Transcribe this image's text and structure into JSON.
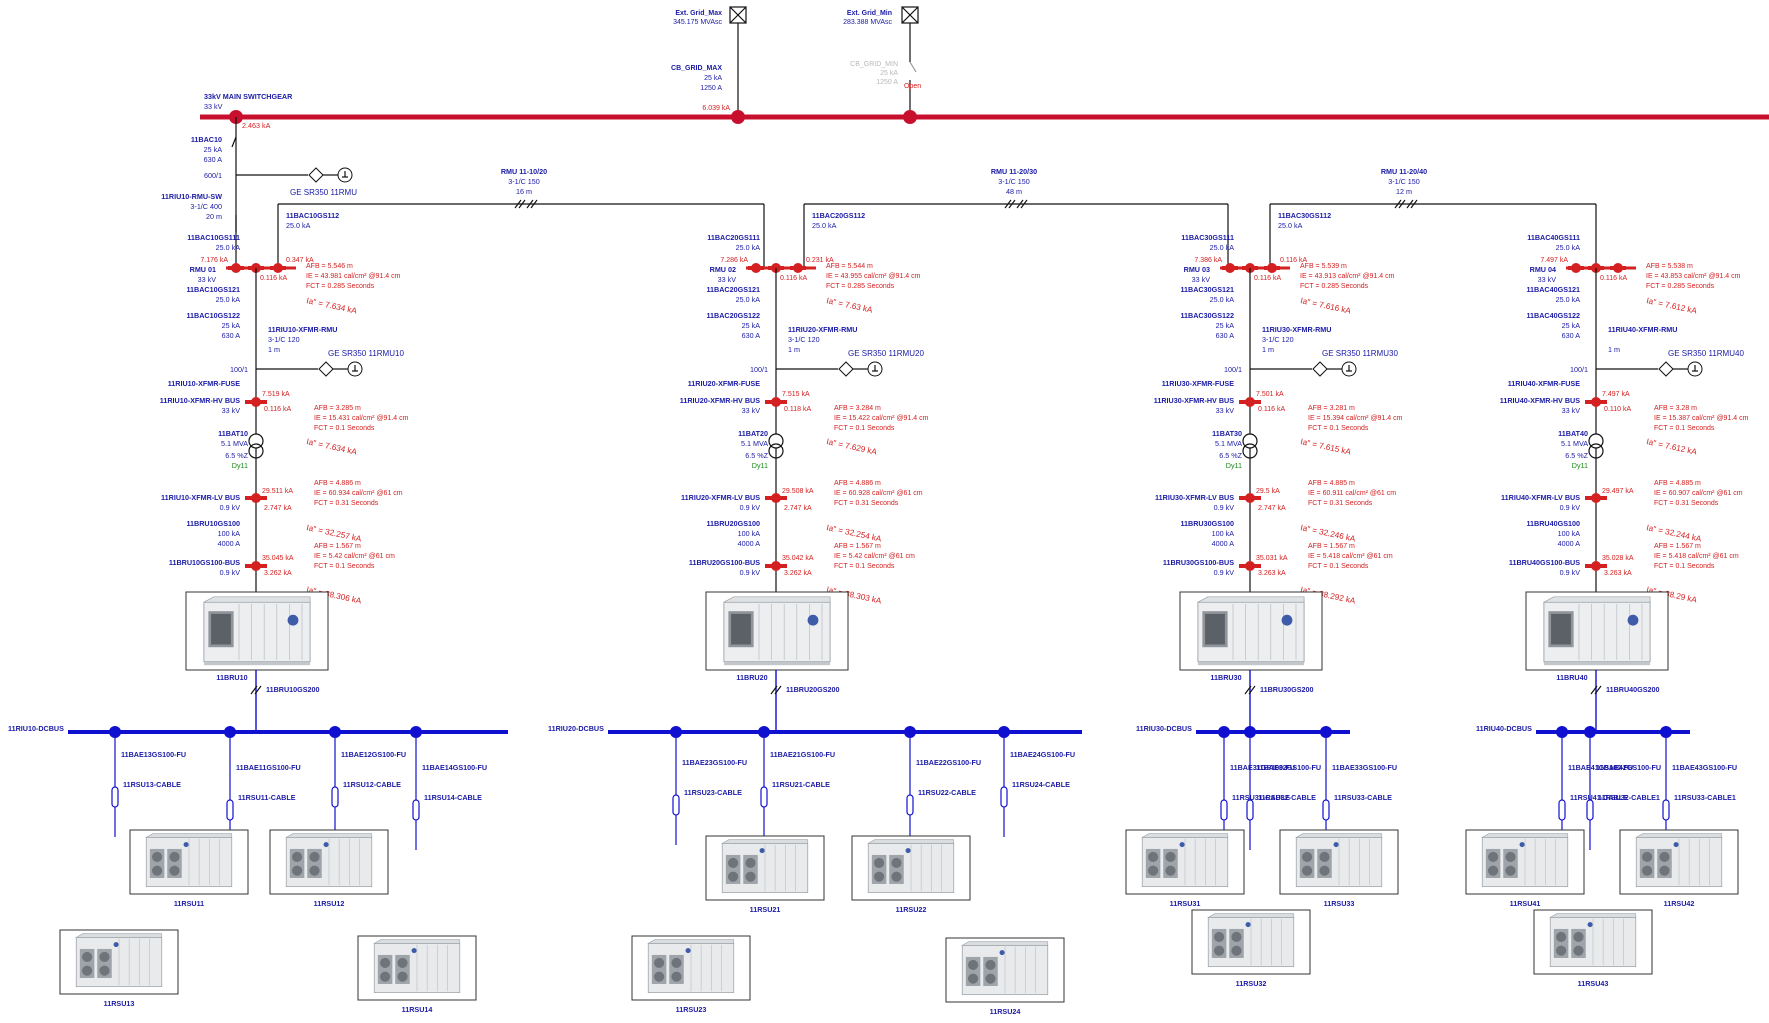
{
  "colors": {
    "main_bus": "#c8102e",
    "dc_bus": "#1010d0",
    "labels": "#1a1aa6",
    "fault": "#d42020",
    "open": "#b8b8b8"
  },
  "grid": {
    "max": {
      "name": "Ext. Grid_Max",
      "value": "345.175 MVAsc"
    },
    "min": {
      "name": "Ext. Grid_Min",
      "value": "283.388 MVAsc"
    },
    "cb_max": {
      "name": "CB_GRID_MAX",
      "l1": "25 kA",
      "l2": "1250 A",
      "current": "6.039 kA"
    },
    "cb_min": {
      "name": "CB_GRID_MIN",
      "l1": "25 kA",
      "l2": "1250 A",
      "status": "Open"
    }
  },
  "main_bus": {
    "name": "33kV MAIN SWITCHGEAR",
    "voltage": "33 kV",
    "current": "2.463 kA"
  },
  "feeder": {
    "brk": "11BAC10",
    "l1": "25 kA",
    "l2": "630 A",
    "ct": "600/1",
    "relay": "GE SR350 11RMU",
    "cable": "11RIU10-RMU-SW",
    "c1": "3-1/C 400",
    "c2": "20 m"
  },
  "links": [
    {
      "name": "RMU 11-10/20",
      "spec": "3-1/C 150",
      "len": "16 m"
    },
    {
      "name": "RMU 11-20/30",
      "spec": "3-1/C 150",
      "len": "48 m"
    },
    {
      "name": "RMU 11-20/40",
      "spec": "3-1/C 150",
      "len": "12 m"
    }
  ],
  "sections": [
    {
      "gs112": "11BAC10GS112",
      "gs112_r": "25.0 kA",
      "gs111": "11BAC10GS111",
      "gs111_r": "25.0 kA",
      "rmu": "RMU 01",
      "rmu_v": "33 kV",
      "i1": "7.176 kA",
      "i2": "0.347 kA",
      "i3": "0.116 kA",
      "gs121": "11BAC10GS121",
      "gs121_r": "25.0 kA",
      "gs122": "11BAC10GS122",
      "gs122_r1": "25 kA",
      "gs122_r2": "630 A",
      "xcab": "11RIU10-XFMR-RMU",
      "xcab_spec": "3-1/C 120",
      "xcab_len": "1 m",
      "ct": "100/1",
      "relay": "GE SR350 11RMU10",
      "af1": [
        "AFB = 5.546 m",
        "IE = 43.981 cal/cm² @91.4 cm",
        "FCT = 0.285 Seconds"
      ],
      "ia1": "Ia\" = 7.634 kA",
      "fuse": "11RIU10-XFMR-FUSE",
      "hv": "11RIU10-XFMR-HV BUS",
      "hv_v": "33 kV",
      "hv_i1": "7.519 kA",
      "hv_i2": "0.116 kA",
      "af2": [
        "AFB = 3.285 m",
        "IE = 15.431 cal/cm² @91.4 cm",
        "FCT = 0.1 Seconds"
      ],
      "ia2": "Ia\" = 7.634 kA",
      "tx": "11BAT10",
      "tx_mva": "5.1 MVA",
      "tx_z": "6.5 %Z",
      "tx_vec": "Dy11",
      "lv": "11RIU10-XFMR-LV BUS",
      "lv_v": "0.9 kV",
      "lv_i1": "29.511 kA",
      "lv_i2": "2.747 kA",
      "af3": [
        "AFB = 4.886 m",
        "IE = 60.934 cal/cm² @61 cm",
        "FCT = 0.31 Seconds"
      ],
      "ia3": "Ia\" = 32.257 kA",
      "brk": "11BRU10GS100",
      "brk1": "100 kA",
      "brk2": "4000 A",
      "gsbus": "11BRU10GS100-BUS",
      "gsbus_v": "0.9 kV",
      "gs_i1": "35.045 kA",
      "gs_i2": "3.262 kA",
      "af4": [
        "AFB = 1.567 m",
        "IE = 5.42 cal/cm² @61 cm",
        "FCT = 0.1 Seconds"
      ],
      "ia4": "Ia\" = 38.306 kA",
      "bru": "11BRU10",
      "cable": "11BRU10GS200",
      "dcbus": "11RIU10-DCBUS",
      "fuses": [
        "11BAE13GS100-FU",
        "11BAE11GS100-FU",
        "11BAE12GS100-FU",
        "11BAE14GS100-FU"
      ],
      "cables": [
        "11RSU13-CABLE",
        "11RSU11-CABLE",
        "11RSU12-CABLE",
        "11RSU14-CABLE"
      ],
      "rsus": [
        "11RSU11",
        "11RSU12",
        "11RSU13",
        "11RSU14"
      ]
    },
    {
      "gs112": "11BAC20GS112",
      "gs112_r": "25.0 kA",
      "gs111": "11BAC20GS111",
      "gs111_r": "25.0 kA",
      "rmu": "RMU 02",
      "rmu_v": "33 kV",
      "i1": "7.286 kA",
      "i2": "0.231 kA",
      "i3": "0.116 kA",
      "gs121": "11BAC20GS121",
      "gs121_r": "25.0 kA",
      "gs122": "11BAC20GS122",
      "gs122_r1": "25 kA",
      "gs122_r2": "630 A",
      "xcab": "11RIU20-XFMR-RMU",
      "xcab_spec": "3-1/C 120",
      "xcab_len": "1 m",
      "ct": "100/1",
      "relay": "GE SR350 11RMU20",
      "af1": [
        "AFB = 5.544 m",
        "IE = 43.955 cal/cm² @91.4 cm",
        "FCT = 0.285 Seconds"
      ],
      "ia1": "Ia\" = 7.63 kA",
      "fuse": "11RIU20-XFMR-FUSE",
      "hv": "11RIU20-XFMR-HV BUS",
      "hv_v": "33 kV",
      "hv_i1": "7.515 kA",
      "hv_i2": "0.118 kA",
      "af2": [
        "AFB = 3.284 m",
        "IE = 15.422 cal/cm² @91.4 cm",
        "FCT = 0.1 Seconds"
      ],
      "ia2": "Ia\" = 7.629 kA",
      "tx": "11BAT20",
      "tx_mva": "5.1 MVA",
      "tx_z": "6.5 %Z",
      "tx_vec": "Dy11",
      "lv": "11RIU20-XFMR-LV BUS",
      "lv_v": "0.9 kV",
      "lv_i1": "29.508 kA",
      "lv_i2": "2.747 kA",
      "af3": [
        "AFB = 4.886 m",
        "IE = 60.928 cal/cm² @61 cm",
        "FCT = 0.31 Seconds"
      ],
      "ia3": "Ia\" = 32.254 kA",
      "brk": "11BRU20GS100",
      "brk1": "100 kA",
      "brk2": "4000 A",
      "gsbus": "11BRU20GS100-BUS",
      "gsbus_v": "0.9 kV",
      "gs_i1": "35.042 kA",
      "gs_i2": "3.262 kA",
      "af4": [
        "AFB = 1.567 m",
        "IE = 5.42 cal/cm² @61 cm",
        "FCT = 0.1 Seconds"
      ],
      "ia4": "Ia\" = 38.303 kA",
      "bru": "11BRU20",
      "cable": "11BRU20GS200",
      "dcbus": "11RIU20-DCBUS",
      "fuses": [
        "11BAE23GS100-FU",
        "11BAE21GS100-FU",
        "11BAE22GS100-FU",
        "11BAE24GS100-FU"
      ],
      "cables": [
        "11RSU23-CABLE",
        "11RSU21-CABLE",
        "11RSU22-CABLE",
        "11RSU24-CABLE"
      ],
      "rsus": [
        "11RSU21",
        "11RSU22",
        "11RSU23",
        "11RSU24"
      ]
    },
    {
      "gs112": "11BAC30GS112",
      "gs112_r": "25.0 kA",
      "gs111": "11BAC30GS111",
      "gs111_r": "25.0 kA",
      "rmu": "RMU 03",
      "rmu_v": "33 kV",
      "i1": "7.386 kA",
      "i2": "0.116 kA",
      "i3": "0.116 kA",
      "gs121": "11BAC30GS121",
      "gs121_r": "25.0 kA",
      "gs122": "11BAC30GS122",
      "gs122_r1": "25 kA",
      "gs122_r2": "630 A",
      "xcab": "11RIU30-XFMR-RMU",
      "xcab_spec": "3-1/C 120",
      "xcab_len": "1 m",
      "ct": "100/1",
      "relay": "GE SR350 11RMU30",
      "af1": [
        "AFB = 5.539 m",
        "IE = 43.913 cal/cm² @91.4 cm",
        "FCT = 0.285 Seconds"
      ],
      "ia1": "Ia\" = 7.616 kA",
      "fuse": "11RIU30-XFMR-FUSE",
      "hv": "11RIU30-XFMR-HV BUS",
      "hv_v": "33 kV",
      "hv_i1": "7.501 kA",
      "hv_i2": "0.116 kA",
      "af2": [
        "AFB = 3.281 m",
        "IE = 15.394 cal/cm² @91.4 cm",
        "FCT = 0.1 Seconds"
      ],
      "ia2": "Ia\" = 7.615 kA",
      "tx": "11BAT30",
      "tx_mva": "5.1 MVA",
      "tx_z": "6.5 %Z",
      "tx_vec": "Dy11",
      "lv": "11RIU30-XFMR-LV BUS",
      "lv_v": "0.9 kV",
      "lv_i1": "29.5 kA",
      "lv_i2": "2.747 kA",
      "af3": [
        "AFB = 4.885 m",
        "IE = 60.911 cal/cm² @61 cm",
        "FCT = 0.31 Seconds"
      ],
      "ia3": "Ia\" = 32.246 kA",
      "brk": "11BRU30GS100",
      "brk1": "100 kA",
      "brk2": "4000 A",
      "gsbus": "11BRU30GS100-BUS",
      "gsbus_v": "0.9 kV",
      "gs_i1": "35.031 kA",
      "gs_i2": "3.263 kA",
      "af4": [
        "AFB = 1.567 m",
        "IE = 5.418 cal/cm² @61 cm",
        "FCT = 0.1 Seconds"
      ],
      "ia4": "Ia\" = 38.292 kA",
      "bru": "11BRU30",
      "cable": "11BRU30GS200",
      "dcbus": "11RIU30-DCBUS",
      "fuses": [
        "11BAE31GS100-FU",
        "11BAE32GS100-FU",
        "11BAE33GS100-FU"
      ],
      "cables": [
        "11RSU31-CABLE",
        "11RSU32-CABLE",
        "11RSU33-CABLE"
      ],
      "rsus": [
        "11RSU31",
        "11RSU33",
        "11RSU32"
      ]
    },
    {
      "gs112": "",
      "gs112_r": "",
      "gs111": "11BAC40GS111",
      "gs111_r": "25.0 kA",
      "rmu": "RMU 04",
      "rmu_v": "33 kV",
      "i1": "7.497 kA",
      "i2": "",
      "i3": "0.116 kA",
      "gs121": "11BAC40GS121",
      "gs121_r": "25.0 kA",
      "gs122": "11BAC40GS122",
      "gs122_r1": "25 kA",
      "gs122_r2": "630 A",
      "xcab": "11RIU40-XFMR-RMU",
      "xcab_spec": "",
      "xcab_len": "1 m",
      "ct": "100/1",
      "relay": "GE SR350 11RMU40",
      "af1": [
        "AFB = 5.538 m",
        "IE = 43.853 cal/cm² @91.4 cm",
        "FCT = 0.285 Seconds"
      ],
      "ia1": "Ia\" = 7.612 kA",
      "fuse": "11RIU40-XFMR-FUSE",
      "hv": "11RIU40-XFMR-HV BUS",
      "hv_v": "33 kV",
      "hv_i1": "7.497 kA",
      "hv_i2": "0.110 kA",
      "af2": [
        "AFB = 3.28 m",
        "IE = 15.387 cal/cm² @91.4 cm",
        "FCT = 0.1 Seconds"
      ],
      "ia2": "Ia\" = 7.612 kA",
      "tx": "11BAT40",
      "tx_mva": "5.1 MVA",
      "tx_z": "6.5 %Z",
      "tx_vec": "Dy11",
      "lv": "11RIU40-XFMR-LV BUS",
      "lv_v": "0.9 kV",
      "lv_i1": "29.497 kA",
      "lv_i2": "",
      "af3": [
        "AFB = 4.885 m",
        "IE = 60.907 cal/cm² @61 cm",
        "FCT = 0.31 Seconds"
      ],
      "ia3": "Ia\" = 32.244 kA",
      "brk": "11BRU40GS100",
      "brk1": "100 kA",
      "brk2": "4000 A",
      "gsbus": "11BRU40GS100-BUS",
      "gsbus_v": "0.9 kV",
      "gs_i1": "35.028 kA",
      "gs_i2": "3.263 kA",
      "af4": [
        "AFB = 1.567 m",
        "IE = 5.418 cal/cm² @61 cm",
        "FCT = 0.1 Seconds"
      ],
      "ia4": "Ia\" = 38.29 kA",
      "bru": "11BRU40",
      "cable": "11BRU40GS200",
      "dcbus": "11RIU40-DCBUS",
      "fuses": [
        "11BAE41GS100-FU",
        "11BAE42GS100-FU",
        "11BAE43GS100-FU"
      ],
      "cables": [
        "11RSU41-CABLE",
        "11RSU32-CABLE1",
        "11RSU33-CABLE1"
      ],
      "rsus": [
        "11RSU41",
        "11RSU42",
        "11RSU43"
      ]
    }
  ]
}
